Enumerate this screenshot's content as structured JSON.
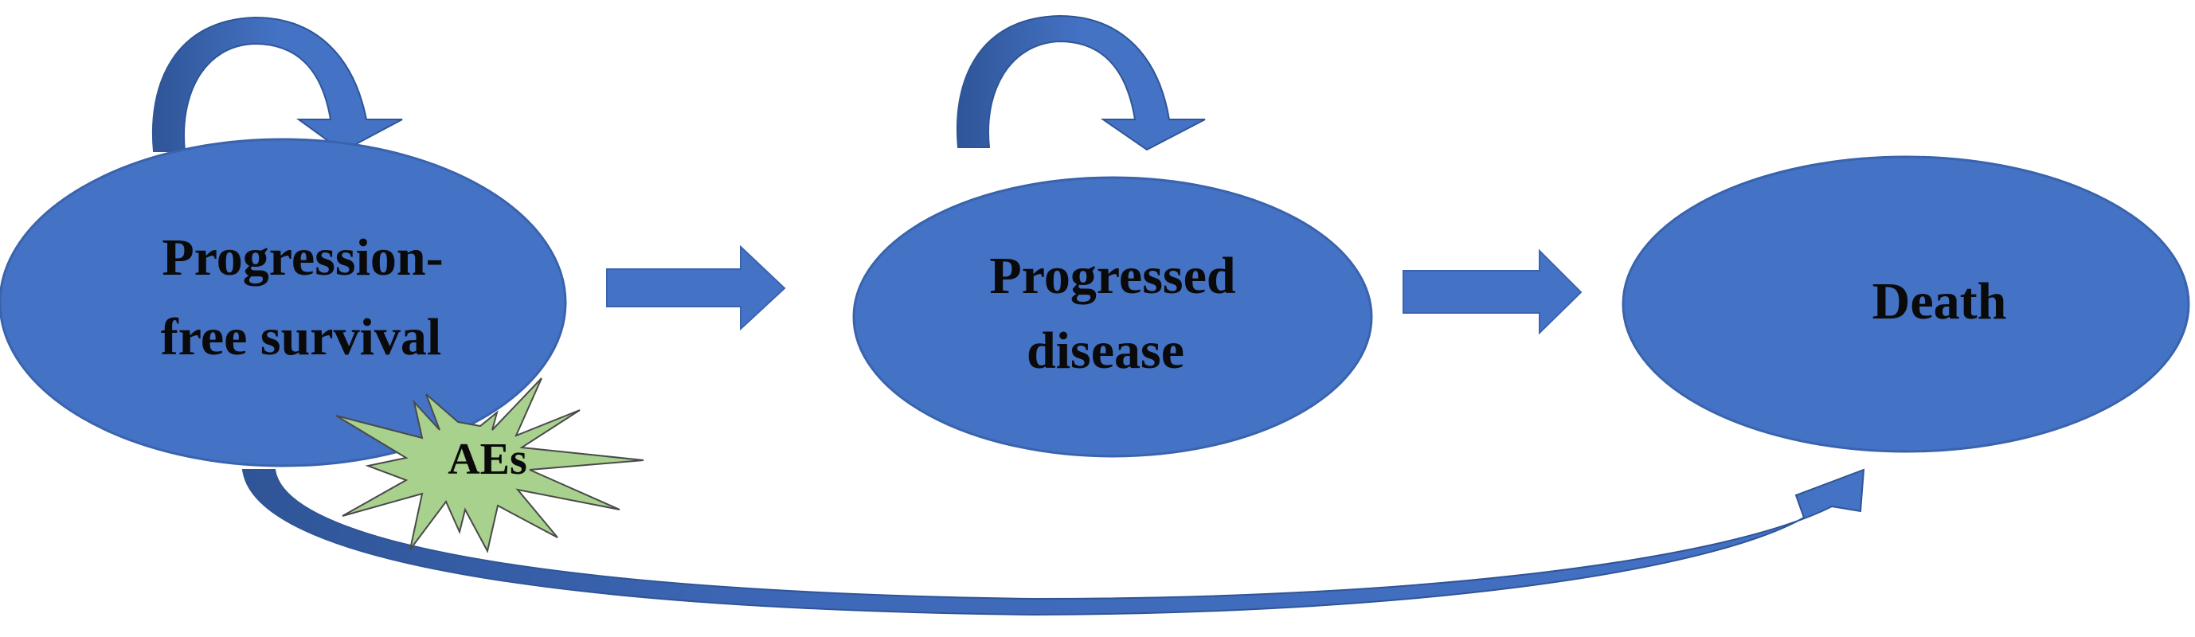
{
  "diagram": {
    "states": {
      "pfs": {
        "line1": "Progression-",
        "line2": "free survival"
      },
      "pd": {
        "line1": "Progressed",
        "line2": "disease"
      },
      "death": {
        "label": "Death"
      }
    },
    "event": {
      "label": "AEs"
    },
    "colors": {
      "state_fill": "#4472c4",
      "state_stroke": "#3a63ad",
      "arrow_fill": "#4472c4",
      "arrow_shade": "#2f5597",
      "burst_fill": "#a9d18e",
      "burst_stroke": "#4a4a4a",
      "text": "#0a0a0a"
    }
  }
}
